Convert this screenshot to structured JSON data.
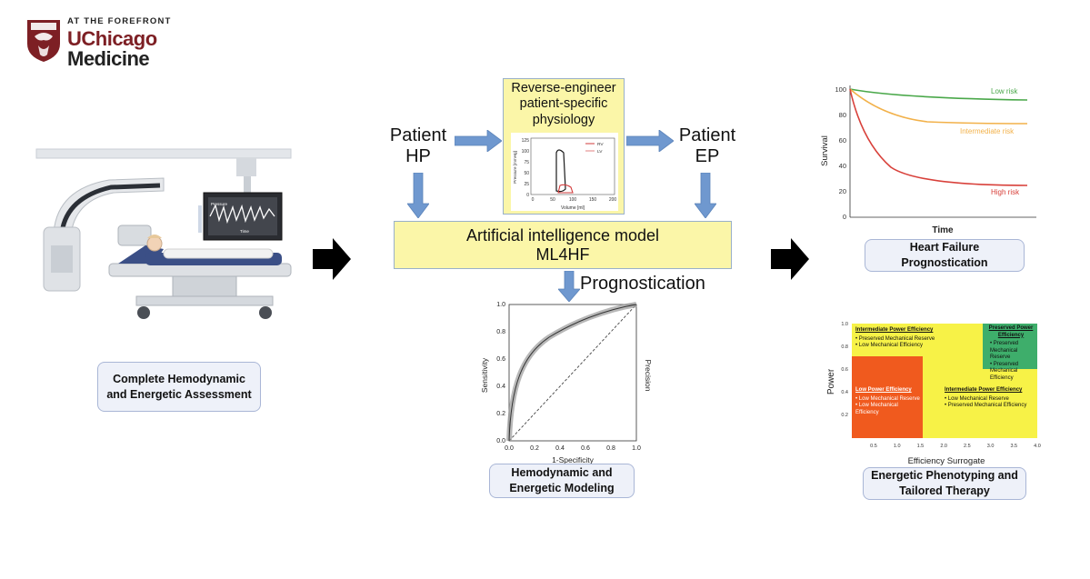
{
  "logo": {
    "tagline": "AT THE FOREFRONT",
    "line1": "UChicago",
    "line2": "Medicine",
    "colors": {
      "maroon": "#7d1f24"
    }
  },
  "left": {
    "caption": "Complete Hemodynamic and Energetic Assessment",
    "monitor_label_top": "Pressure",
    "monitor_label_bottom": "Time"
  },
  "center": {
    "reverse_box": "Reverse-engineer patient-specific physiology",
    "patient_hp": "Patient HP",
    "patient_ep": "Patient EP",
    "ai_model_line1": "Artificial intelligence model",
    "ai_model_line2": "ML4HF",
    "prognostication": "Prognostication",
    "caption": "Hemodynamic and Energetic Modeling",
    "pv_loop": {
      "ylabel": "Pressure [mmHg]",
      "xlabel": "Volume [ml]",
      "yticks": [
        "125",
        "100",
        "75",
        "50",
        "25",
        "0"
      ],
      "xticks": [
        "0",
        "50",
        "100",
        "150",
        "200"
      ],
      "legend": [
        "RV",
        "LV"
      ]
    },
    "roc": {
      "xlabel": "1-Specificity",
      "ylabel": "Sensitivity",
      "y2label": "Precision",
      "xticks": [
        "0.0",
        "0.2",
        "0.4",
        "0.6",
        "0.8",
        "1.0"
      ],
      "yticks": [
        "0.0",
        "0.2",
        "0.4",
        "0.6",
        "0.8",
        "1.0"
      ]
    }
  },
  "survival": {
    "ylabel": "Survival",
    "xlabel": "Time",
    "yticks": [
      "100",
      "80",
      "60",
      "40",
      "20",
      "0"
    ],
    "series": [
      {
        "name": "Low risk",
        "color": "#4aa84a"
      },
      {
        "name": "Intermediate risk",
        "color": "#f2b14a"
      },
      {
        "name": "High risk",
        "color": "#d8403a"
      }
    ],
    "caption": "Heart Failure Prognostication"
  },
  "energetic": {
    "ylabel": "Power",
    "xlabel": "Efficiency Surrogate",
    "yticks": [
      "1.0",
      "0.8",
      "0.6",
      "0.4",
      "0.2"
    ],
    "xticks": [
      "0.5",
      "1.0",
      "1.5",
      "2.0",
      "2.5",
      "3.0",
      "3.5",
      "4.0"
    ],
    "q_intermediate_top": {
      "title": "Intermediate Power Efficiency",
      "items": [
        "Preserved Mechanical Reserve",
        "Low Mechanical Efficiency"
      ]
    },
    "q_preserved": {
      "title": "Preserved Power Efficiency",
      "items": [
        "Preserved Mechanical Reserve",
        "Preserved Mechanical Efficiency"
      ]
    },
    "q_low": {
      "title": "Low Power Efficiency",
      "items": [
        "Low Mechanical Reserve",
        "Low Mechanical Efficiency"
      ]
    },
    "q_intermediate_bottom": {
      "title": "Intermediate Power Efficiency",
      "items": [
        "Low Mechanical Reserve",
        "Preserved Mechanical Efficiency"
      ]
    },
    "caption": "Energetic Phenotyping and Tailored Therapy",
    "colors": {
      "yellow": "#f7f247",
      "green": "#3eae6b",
      "orange": "#f05a1e"
    }
  }
}
